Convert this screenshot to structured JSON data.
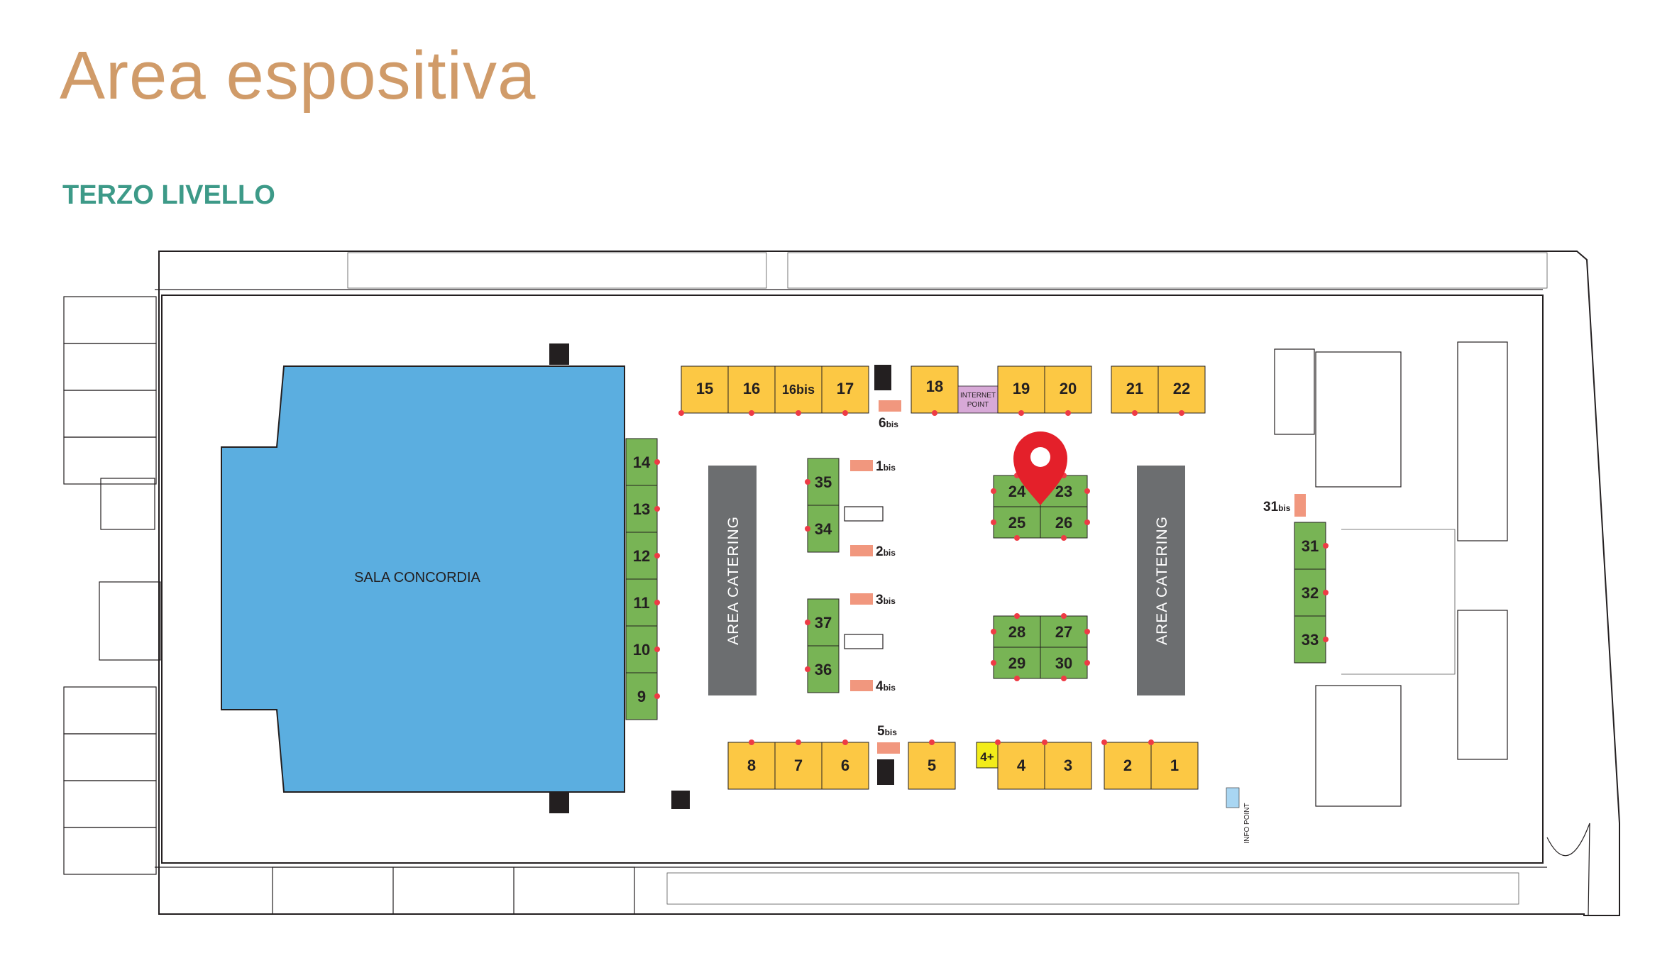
{
  "header": {
    "title": "Area espositiva",
    "level": "TERZO LIVELLO"
  },
  "colors": {
    "title": "#d09b69",
    "level": "#3d9a88",
    "hall": "#5baee0",
    "booth_yellow": "#fcc844",
    "booth_green": "#78b455",
    "catering": "#6c6e70",
    "bis": "#f1977e",
    "internet": "#d7a9d7",
    "info": "#a9d6f2",
    "marker": "#e4202a",
    "dot": "#ee3b45"
  },
  "rooms": {
    "hall": "SALA CONCORDIA",
    "catering_left": "AREA CATERING",
    "catering_right": "AREA CATERING",
    "internet_line1": "INTERNET",
    "internet_line2": "POINT",
    "info": "INFO POINT"
  },
  "booths_top": [
    "15",
    "16",
    "16bis",
    "17",
    "18",
    "19",
    "20",
    "21",
    "22"
  ],
  "booths_bottom": [
    "8",
    "7",
    "6",
    "5",
    "4+",
    "4",
    "3",
    "2",
    "1"
  ],
  "booths_left_column": [
    "14",
    "13",
    "12",
    "11",
    "10",
    "9"
  ],
  "booths_island_a": [
    "35",
    "34",
    "37",
    "36"
  ],
  "booths_island_b": [
    "24",
    "23",
    "25",
    "26",
    "28",
    "27",
    "29",
    "30"
  ],
  "booths_right_column": [
    "31",
    "32",
    "33"
  ],
  "bis_spots": {
    "b6": {
      "num": "6",
      "suf": "bis"
    },
    "b1": {
      "num": "1",
      "suf": "bis"
    },
    "b2": {
      "num": "2",
      "suf": "bis"
    },
    "b3": {
      "num": "3",
      "suf": "bis"
    },
    "b4": {
      "num": "4",
      "suf": "bis"
    },
    "b5": {
      "num": "5",
      "suf": "bis"
    },
    "b31": {
      "num": "31",
      "suf": "bis"
    }
  },
  "marker": {
    "icon": "location-pin-icon",
    "at_booths": [
      "24",
      "23",
      "25",
      "26"
    ]
  }
}
